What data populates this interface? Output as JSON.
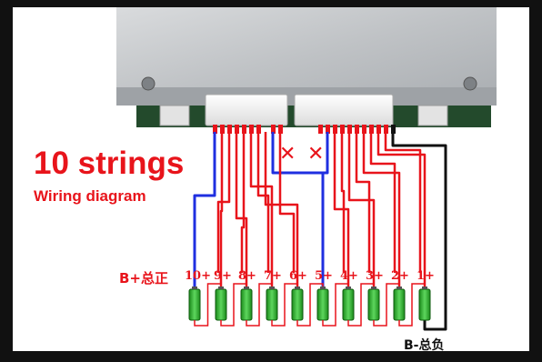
{
  "diagram": {
    "title": "10 strings",
    "subtitle": "Wiring diagram",
    "b_plus_label": "B+总正",
    "b_minus_label": "B-总负",
    "terminal_labels": [
      "10+",
      "9+",
      "8+",
      "7+",
      "6+",
      "5+",
      "4+",
      "3+",
      "2+",
      "1+"
    ],
    "cross_marks": [
      "✕",
      "✕"
    ]
  },
  "colors": {
    "border": "#111111",
    "wire_red": "#e8141b",
    "wire_blue": "#1f2fe0",
    "wire_black": "#111111",
    "battery_green": "#2bb52b",
    "board": "#c9cbcd"
  }
}
